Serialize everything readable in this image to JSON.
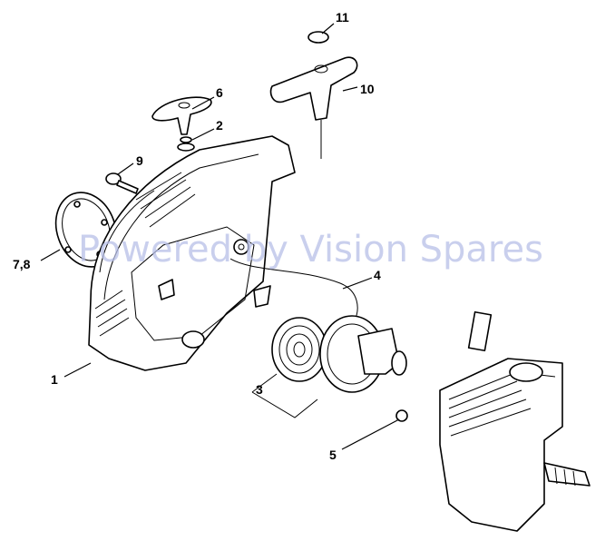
{
  "watermark": "Powered by Vision Spares",
  "callouts": {
    "p11": "11",
    "p6": "6",
    "p10": "10",
    "p2": "2",
    "p9": "9",
    "p78": "7,8",
    "p4": "4",
    "p1": "1",
    "p3": "3",
    "p5": "5"
  }
}
